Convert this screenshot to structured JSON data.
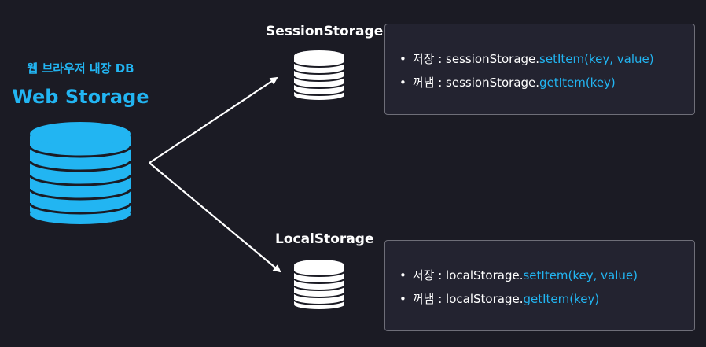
{
  "web_storage": {
    "subtitle": "웹 브라우저 내장 DB",
    "title": "Web Storage"
  },
  "session_storage": {
    "label": "SessionStorage",
    "save": {
      "bullet": "•",
      "prefix": "저장 : sessionStorage.",
      "method": "setItem(key, value)"
    },
    "get": {
      "bullet": "•",
      "prefix": "꺼냄 : sessionStorage.",
      "method": "getItem(key)"
    }
  },
  "local_storage": {
    "label": "LocalStorage",
    "save": {
      "bullet": "•",
      "prefix": "저장 : localStorage.",
      "method": "setItem(key, value)"
    },
    "get": {
      "bullet": "•",
      "prefix": "꺼냄 : localStorage.",
      "method": "getItem(key)"
    }
  },
  "colors": {
    "background": "#1b1b24",
    "accent": "#22b5f2",
    "text": "#ffffff",
    "box_border": "#6e6e78"
  }
}
